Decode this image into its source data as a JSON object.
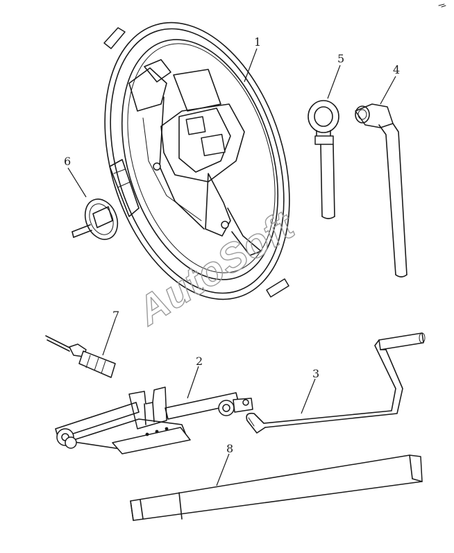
{
  "callouts": [
    {
      "id": "1",
      "label": "1"
    },
    {
      "id": "2",
      "label": "2"
    },
    {
      "id": "3",
      "label": "3"
    },
    {
      "id": "4",
      "label": "4"
    },
    {
      "id": "5",
      "label": "5"
    },
    {
      "id": "6",
      "label": "6"
    },
    {
      "id": "7",
      "label": "7"
    },
    {
      "id": "8",
      "label": "8"
    }
  ],
  "watermark": "AutoSoft",
  "colors": {
    "ink": "#1a1a1a",
    "watermark": "#9a9a9a",
    "background": "#ffffff"
  }
}
